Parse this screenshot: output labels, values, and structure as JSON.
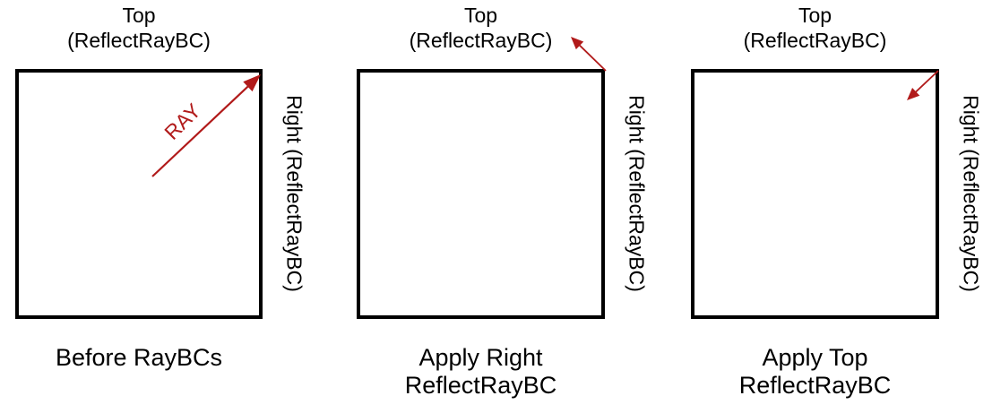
{
  "diagram": {
    "title_implicit": "",
    "background_color": "#ffffff",
    "box_border_color": "#000000",
    "text_color": "#000000",
    "arrow_color": "#b11a1a",
    "panels": [
      {
        "id": "before-raybcs",
        "top_label": "Top\n(ReflectRayBC)",
        "right_label": "Right (ReflectRayBC)",
        "caption": "Before RayBCs",
        "ray_label": "RAY",
        "arrow": {
          "from": [
            170,
            197
          ],
          "to": [
            291,
            83
          ],
          "head_len": 20,
          "head_w": 15,
          "stroke_w": 2.2,
          "direction": "up-right into top-right corner of box"
        }
      },
      {
        "id": "apply-right-reflectraybc",
        "top_label": "Top\n(ReflectRayBC)",
        "right_label": "Right (ReflectRayBC)",
        "caption": "Apply Right\nReflectRayBC",
        "ray_label": "",
        "arrow": {
          "from": [
            676,
            79
          ],
          "to": [
            637,
            41
          ],
          "head_len": 14,
          "head_w": 12,
          "stroke_w": 1.8,
          "direction": "up-left away from top-right corner (reflected off right wall)"
        }
      },
      {
        "id": "apply-top-reflectraybc",
        "top_label": "Top\n(ReflectRayBC)",
        "right_label": "Right (ReflectRayBC)",
        "caption": "Apply Top\nReflectRayBC",
        "ray_label": "",
        "arrow": {
          "from": [
            1047,
            79
          ],
          "to": [
            1012,
            112
          ],
          "head_len": 14,
          "head_w": 12,
          "stroke_w": 1.8,
          "direction": "down-left into box from top-right corner (reflected off top wall)"
        }
      }
    ]
  }
}
